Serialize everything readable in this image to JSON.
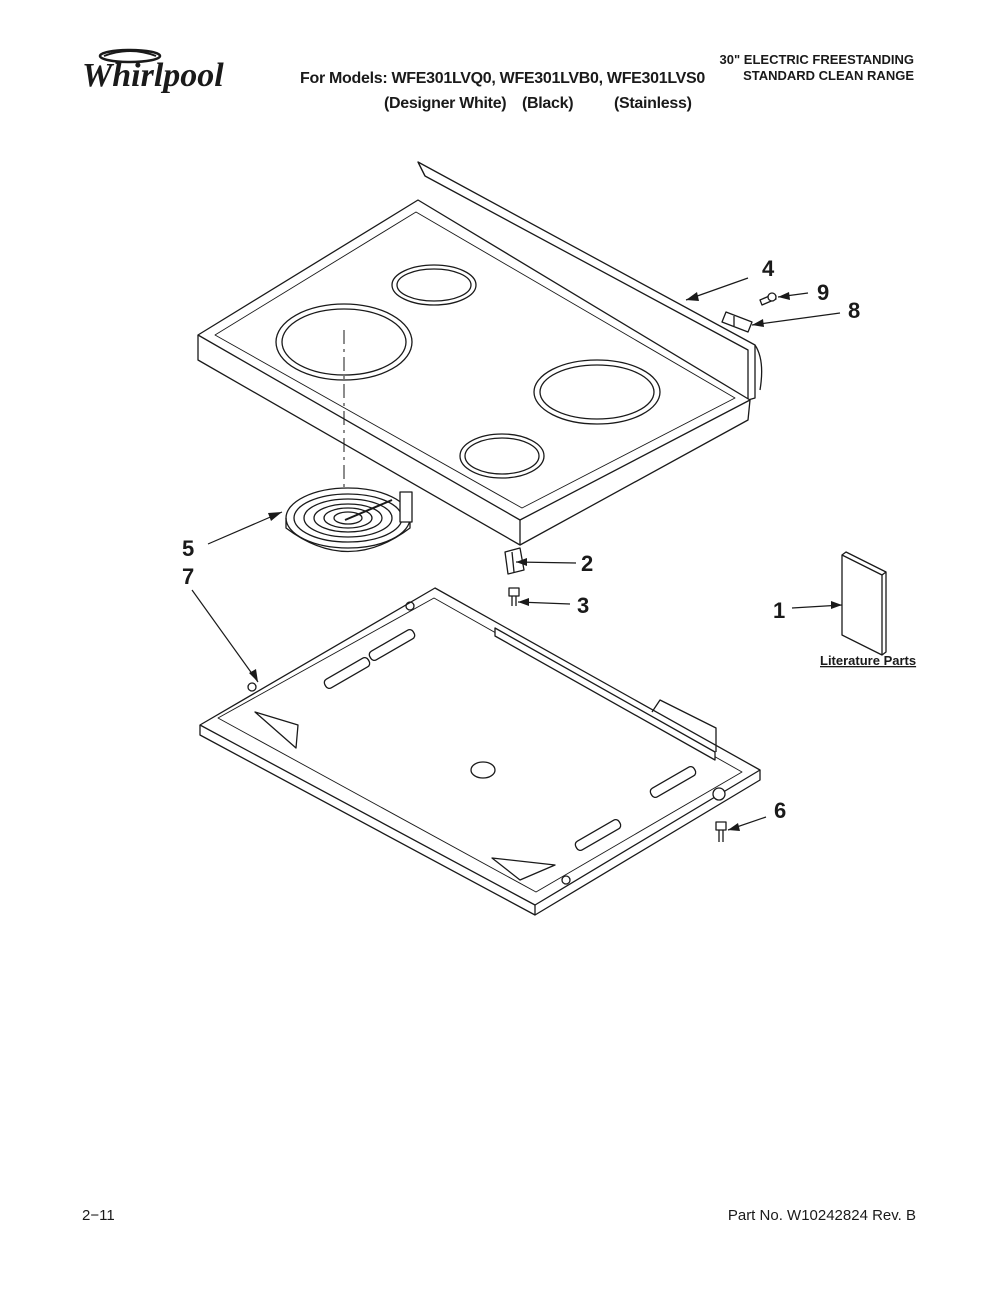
{
  "header": {
    "brand": "Whirlpool",
    "models_label": "For Models: WFE301LVQ0, WFE301LVB0, WFE301LVS0",
    "finishes": [
      "(Designer White)",
      "(Black)",
      "(Stainless)"
    ],
    "title_line1": "30\" ELECTRIC FREESTANDING",
    "title_line2": "STANDARD CLEAN RANGE"
  },
  "callouts": {
    "c1": "1",
    "c2": "2",
    "c3": "3",
    "c4": "4",
    "c5": "5",
    "c6": "6",
    "c7": "7",
    "c8": "8",
    "c9": "9"
  },
  "literature_label": "Literature Parts",
  "footer": {
    "page": "2−11",
    "part_no": "Part No. W10242824 Rev. B"
  }
}
